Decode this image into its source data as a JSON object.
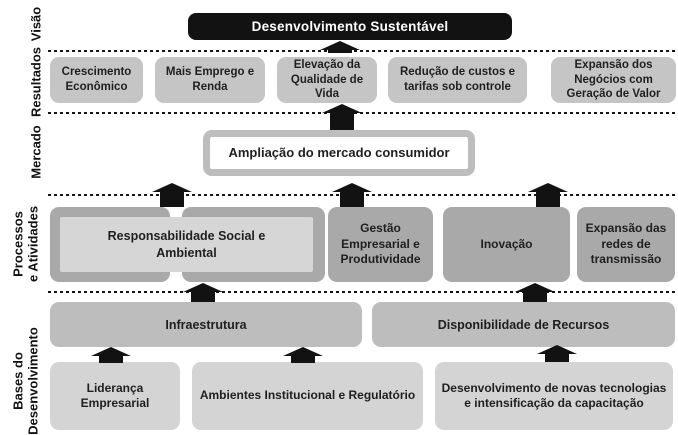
{
  "colors": {
    "ink": "#121212",
    "paper": "#ffffff",
    "text": "#1f1f1f",
    "results-fill": "#c5c5c5",
    "process-fill": "#a9a9a9",
    "process-inner-fill": "#d6d6d6",
    "bases-upper-fill": "#bdbdbd",
    "bases-lower-fill": "#d4d4d4",
    "market-border": "#bdbdbd"
  },
  "levels": [
    {
      "label": "Visão"
    },
    {
      "label": "Resultados"
    },
    {
      "label": "Mercado"
    },
    {
      "label": "Processos\ne Atividades"
    },
    {
      "label": "Bases do\nDesenvolvimento"
    }
  ],
  "vision": {
    "title": "Desenvolvimento Sustentável"
  },
  "results": {
    "boxes": [
      "Crescimento Econômico",
      "Mais Emprego e Renda",
      "Elevação da Qualidade de Vida",
      "Redução de custos e tarifas sob controle",
      "Expansão dos Negócios com Geração de Valor"
    ]
  },
  "market": {
    "box": "Ampliação do mercado consumidor"
  },
  "processes": {
    "boxes": [
      "Responsabilidade Social e Ambiental",
      "Gestão Empresarial e Produtividade",
      "Inovação",
      "Expansão das redes de transmissão"
    ]
  },
  "foundations": {
    "upper": [
      "Infraestrutura",
      "Disponibilidade de Recursos"
    ],
    "lower": [
      "Liderança Empresarial",
      "Ambientes Institucional e Regulatório",
      "Desenvolvimento de novas tecnologias e intensificação da capacitação"
    ]
  }
}
